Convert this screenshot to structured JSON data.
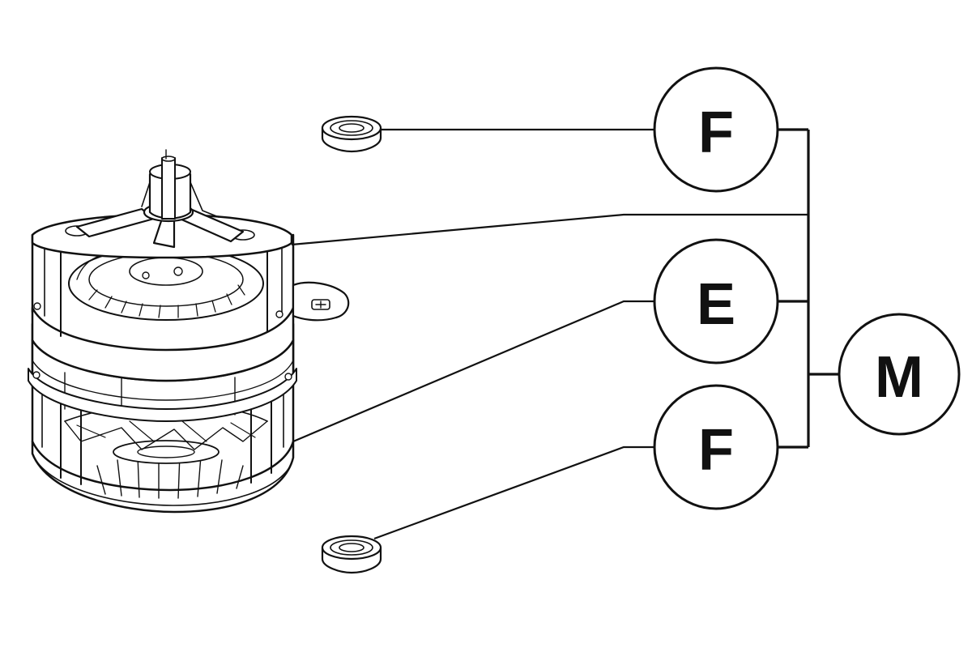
{
  "callouts": {
    "bearing_top": {
      "letter": "F"
    },
    "motor_body": {
      "letter": "E"
    },
    "bearing_bottom": {
      "letter": "F"
    },
    "assembly": {
      "letter": "M"
    }
  }
}
